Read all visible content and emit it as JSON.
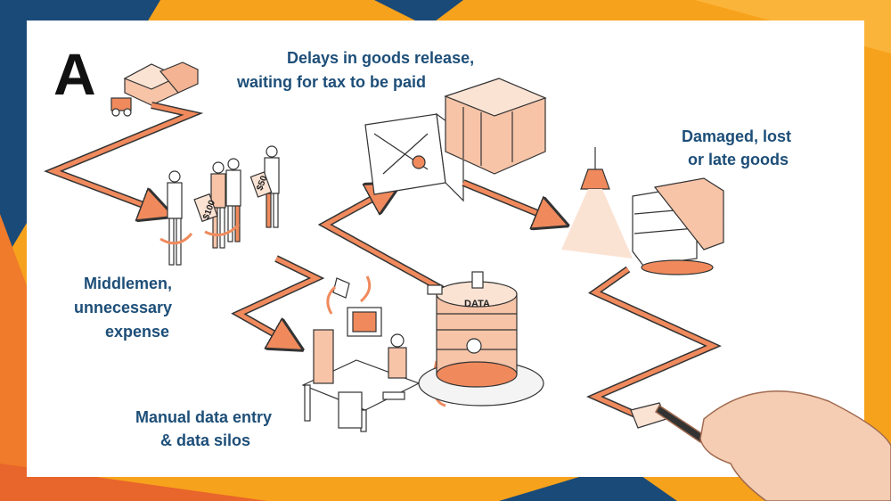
{
  "logo": {
    "letter": "A"
  },
  "labels": {
    "delays_line1": "Delays in goods release,",
    "delays_line2": "waiting for tax to be paid",
    "damaged_line1": "Damaged, lost",
    "damaged_line2": "or late goods",
    "middlemen_line1": "Middlemen,",
    "middlemen_line2": "unnecessary",
    "middlemen_line3": "expense",
    "manual_line1": "Manual data entry",
    "manual_line2": "& data silos"
  },
  "drawing_text": {
    "database_label": "DATA",
    "money_note_1": "$100",
    "money_note_2": "$50"
  },
  "colors": {
    "label_text": "#1d4e78",
    "path_orange": "#f08a5d",
    "background_orange": "#f7a21c",
    "background_navy": "#1a4a78"
  }
}
